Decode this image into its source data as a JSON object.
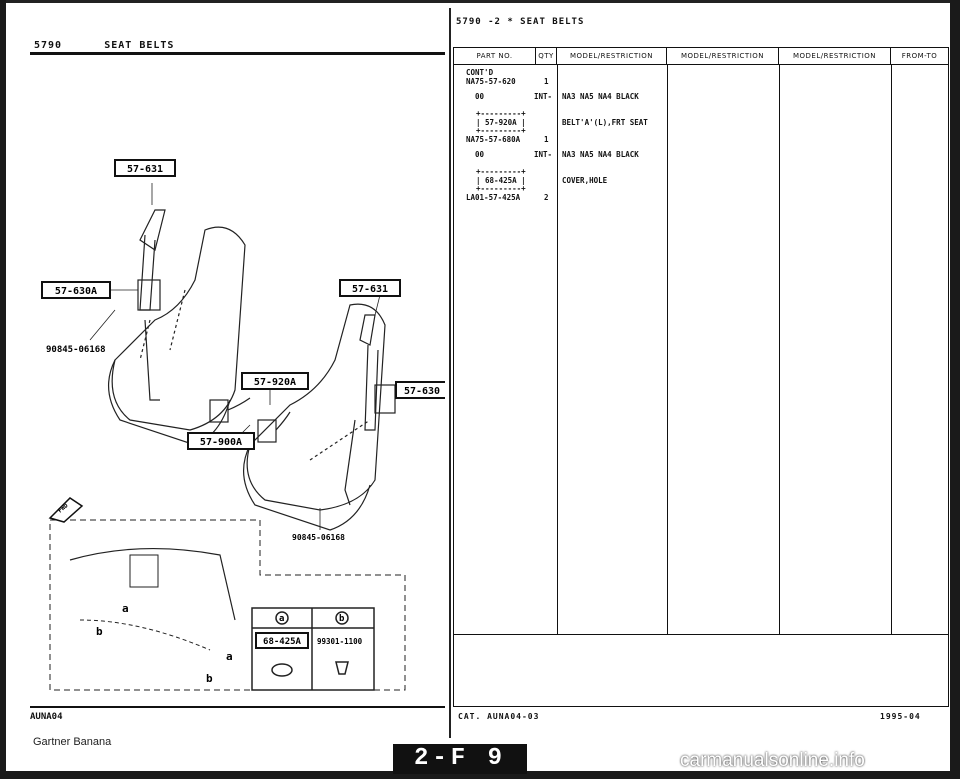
{
  "left_page": {
    "header_code": "5790",
    "header_title": "SEAT BELTS",
    "footer_code": "AUNA04",
    "callouts": {
      "c1": "57-631",
      "c2": "57-630A",
      "c3": "90845-06168",
      "c4": "57-631",
      "c5": "57-920A",
      "c6": "57-630",
      "c7": "57-900A",
      "c8": "90845-06168",
      "c9": "68-425A",
      "c10": "99301-1100",
      "ref_a": "a",
      "ref_b": "b"
    },
    "fwd_label": "FWD"
  },
  "right_page": {
    "header": "5790 -2 * SEAT BELTS",
    "columns": [
      "PART NO.",
      "QTY",
      "MODEL/RESTRICTION",
      "MODEL/RESTRICTION",
      "MODEL/RESTRICTION",
      "FROM-TO"
    ],
    "rows": [
      {
        "part": "CONT'D",
        "qty": "",
        "model": ""
      },
      {
        "part": "NA75-57-620",
        "qty": "1",
        "model": ""
      },
      {
        "part": "  00",
        "qty": "INT-",
        "model": "NA3 NA5 NA4 BLACK"
      },
      {
        "part": "+---------+",
        "qty": "",
        "model": ""
      },
      {
        "part": "| 57-920A |",
        "qty": "",
        "model": "BELT'A'(L),FRT SEAT"
      },
      {
        "part": "+---------+",
        "qty": "",
        "model": ""
      },
      {
        "part": "NA75-57-680A",
        "qty": "1",
        "model": ""
      },
      {
        "part": "  00",
        "qty": "INT-",
        "model": "NA3 NA5 NA4 BLACK"
      },
      {
        "part": "+---------+",
        "qty": "",
        "model": ""
      },
      {
        "part": "| 68-425A |",
        "qty": "",
        "model": "COVER,HOLE"
      },
      {
        "part": "+---------+",
        "qty": "",
        "model": ""
      },
      {
        "part": "LA01-57-425A",
        "qty": "2",
        "model": ""
      }
    ],
    "footer_cat": "CAT. AUNA04-03",
    "footer_date": "1995-04"
  },
  "bottom": {
    "author": "Gartner Banana",
    "page_badge": "2-F 9",
    "watermark": "carmanualsonline.info"
  }
}
